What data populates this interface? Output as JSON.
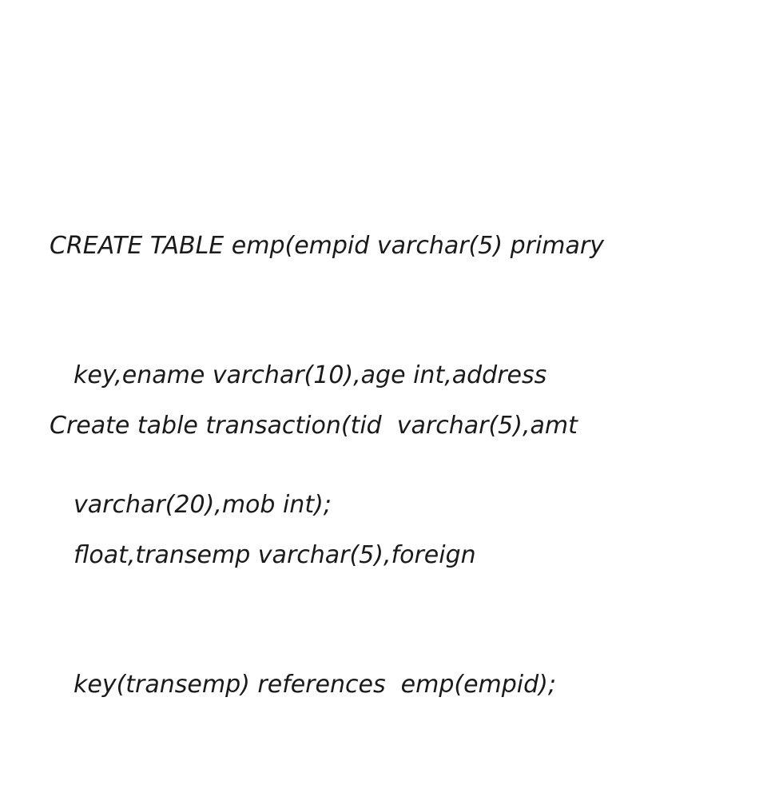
{
  "slide": {
    "paragraphs": [
      {
        "lines": [
          "CREATE TABLE emp(empid varchar(5) primary",
          "key,ename varchar(10),age int,address",
          "varchar(20),mob int);"
        ]
      },
      {
        "lines": [
          "Create table transaction(tid  varchar(5),amt",
          "float,transemp varchar(5),foreign",
          "key(transemp) references  emp(empid);"
        ]
      }
    ]
  }
}
